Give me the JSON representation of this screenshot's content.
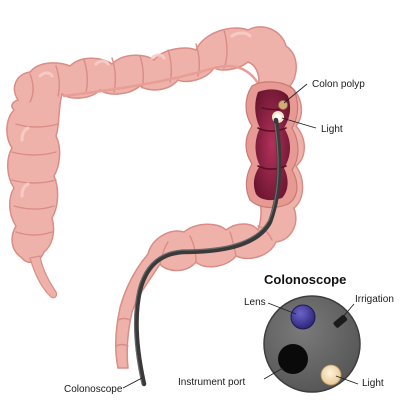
{
  "labels": {
    "colon_polyp": "Colon polyp",
    "light_top": "Light",
    "colonoscope": "Colonoscope",
    "inset_title": "Colonoscope",
    "lens": "Lens",
    "irrigation": "Irrigation",
    "instrument_port": "Instrument port",
    "light_inset": "Light"
  },
  "colors": {
    "colon_fill": "#efb2aa",
    "colon_shade": "#d98d86",
    "colon_highlight": "#f8cdc6",
    "lumen": "#8c1f3e",
    "lumen_dark": "#6a1530",
    "scope": "#3a3a3a",
    "inset_face": "#686868",
    "lens": "#3e3597",
    "instrument_port": "#0a0a0a",
    "light": "#f3dcb2"
  },
  "icons": [
    "colon-illustration",
    "colonoscope-tube",
    "colonoscope-tip-inset"
  ]
}
